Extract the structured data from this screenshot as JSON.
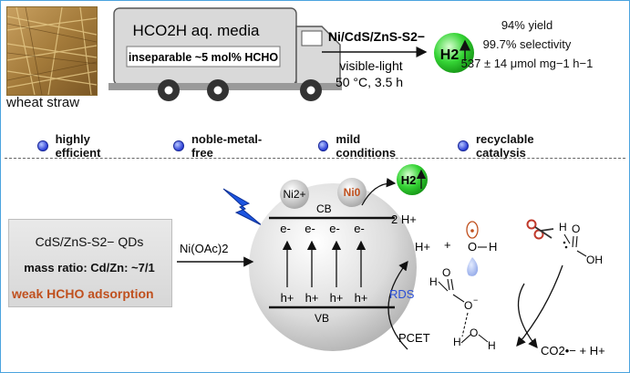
{
  "photo": {
    "caption": "wheat straw"
  },
  "truck": {
    "media_label": "HCO2H aq. media",
    "impurity_label": "inseparable ~5 mol% HCHO"
  },
  "reaction": {
    "catalyst": "Ni/CdS/ZnS-S2−",
    "condition1": "visible-light",
    "condition2": "50 °C, 3.5 h"
  },
  "product": "H2",
  "stats": {
    "yield": "94% yield",
    "selectivity": "99.7% selectivity",
    "rate": "537 ± 14 μmol mg−1 h−1"
  },
  "tags": [
    "highly efficient",
    "noble-metal-free",
    "mild conditions",
    "recyclable catalysis"
  ],
  "qd": {
    "title": "CdS/ZnS-S2− QDs",
    "ratio": "mass ratio: Cd/Zn: ~7/1",
    "note": "weak HCHO adsorption"
  },
  "mechanism": {
    "reagent": "Ni(OAc)2",
    "cb": "CB",
    "vb": "VB",
    "ni2": "Ni2+",
    "ni0": "Ni0",
    "h_plus_2": "2 H+",
    "electron": "e-",
    "hole": "h+",
    "h_plus": "H+",
    "plus": "+",
    "rds": "RDS",
    "pcet": "PCET",
    "co2_product": "CO2•− + H+"
  },
  "colors": {
    "accent_blue": "#2a4fd6",
    "green": "#2ecc2e",
    "orange_note": "#c0501e",
    "ni0": "#c0501e"
  }
}
